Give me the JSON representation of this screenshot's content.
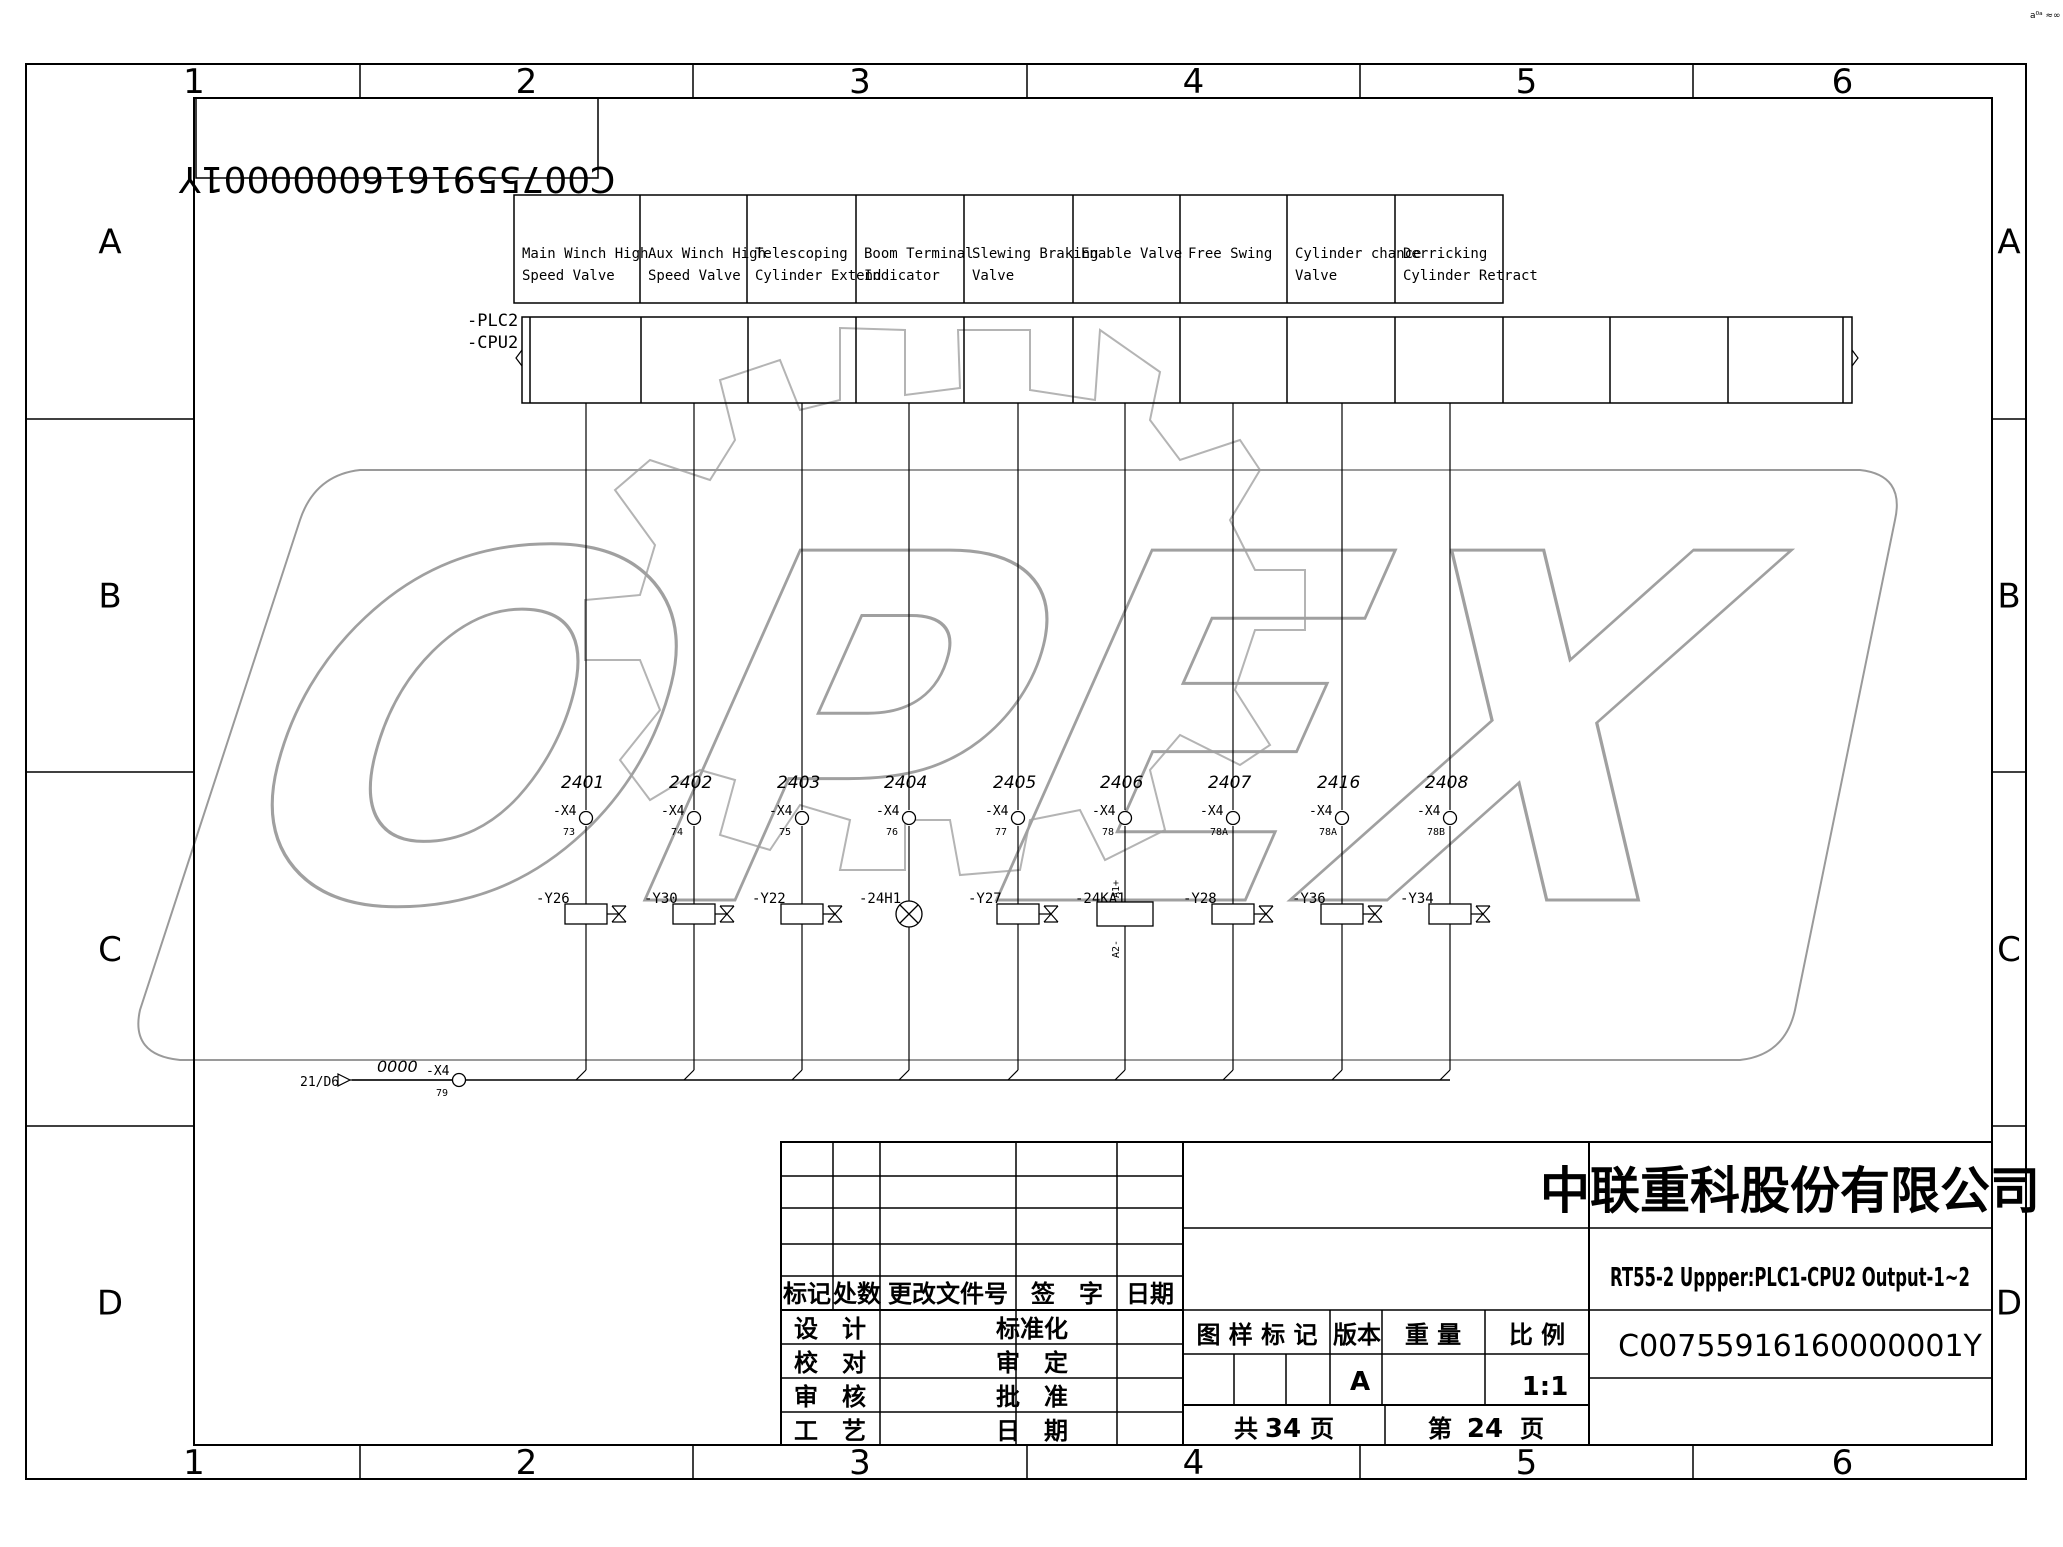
{
  "sheet": {
    "column_numbers": [
      "1",
      "2",
      "3",
      "4",
      "5",
      "6"
    ],
    "row_letters": [
      "A",
      "B",
      "C",
      "D"
    ],
    "drawing_no_mirrored": "C00755916160000001Y",
    "corner_mark": "a⁰ᵃ ≈∞"
  },
  "plc": {
    "labels": [
      "-PLC2",
      "-CPU2"
    ],
    "channels": [
      {
        "name": "Main Winch High Speed Valve",
        "name_l1": "Main Winch High",
        "name_l2": "Speed Valve",
        "wire": "2401",
        "term": "-X4",
        "term_no": "73",
        "device": "-Y26",
        "type": "valve"
      },
      {
        "name": "Aux Winch High Speed Valve",
        "name_l1": "Aux Winch High",
        "name_l2": "Speed Valve",
        "wire": "2402",
        "term": "-X4",
        "term_no": "74",
        "device": "-Y30",
        "type": "valve"
      },
      {
        "name": "Telescoping Cylinder Extend",
        "name_l1": "Telescoping",
        "name_l2": "Cylinder Extend",
        "wire": "2403",
        "term": "-X4",
        "term_no": "75",
        "device": "-Y22",
        "type": "valve"
      },
      {
        "name": "Boom Terminal Indicator",
        "name_l1": "Boom Terminal",
        "name_l2": "Indicator",
        "wire": "2404",
        "term": "-X4",
        "term_no": "76",
        "device": "-24H1",
        "type": "lamp"
      },
      {
        "name": "Slewing Braking Valve",
        "name_l1": "Slewing Braking",
        "name_l2": "Valve",
        "wire": "2405",
        "term": "-X4",
        "term_no": "77",
        "device": "-Y27",
        "type": "valve"
      },
      {
        "name": "Enable Valve",
        "name_l1": "Enable Valve",
        "name_l2": "",
        "wire": "2406",
        "term": "-X4",
        "term_no": "78",
        "device": "-24KA1",
        "type": "relay",
        "pin_top": "A1+",
        "pin_bottom": "A2-"
      },
      {
        "name": "Free Swing",
        "name_l1": "Free Swing",
        "name_l2": "",
        "wire": "2407",
        "term": "-X4",
        "term_no": "78A",
        "device": "-Y28",
        "type": "valve"
      },
      {
        "name": "Cylinder chance Valve",
        "name_l1": "Cylinder chance",
        "name_l2": "Valve",
        "wire": "2416",
        "term": "-X4",
        "term_no": "78A",
        "device": "-Y36",
        "type": "valve"
      },
      {
        "name": "Derricking Cylinder Retract",
        "name_l1": "Derricking",
        "name_l2": "Cylinder Retract",
        "wire": "2408",
        "term": "-X4",
        "term_no": "78B",
        "device": "-Y34",
        "type": "valve"
      }
    ],
    "common": {
      "ref": "21/D6",
      "wire": "0000",
      "term": "-X4",
      "term_no": "79"
    }
  },
  "watermark": {
    "text": "OPEX"
  },
  "title_block": {
    "company": "中联重科股份有限公司",
    "title": "RT55-2 Uppper:PLC1-CPU2 Output-1~2",
    "drawing_no": "C00755916160000001Y",
    "rev_headers": [
      "标记",
      "处数",
      "更改文件号",
      "签　字",
      "日期"
    ],
    "sign_left": [
      "设　计",
      "校　对",
      "审　核",
      "工　艺"
    ],
    "sign_mid": [
      "标准化",
      "审　定",
      "批　准",
      "日　期"
    ],
    "info_headers": [
      "图 样 标 记",
      "版本",
      "重 量",
      "比 例"
    ],
    "version": "A",
    "scale": "1:1",
    "total_label": "共",
    "total_pages": "34",
    "page_unit": "页",
    "page_label": "第",
    "page_no": "24",
    "page_unit2": "页"
  }
}
